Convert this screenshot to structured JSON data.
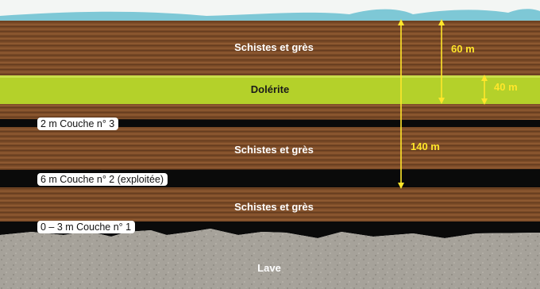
{
  "layers": {
    "schist_upper": "Schistes et grès",
    "dolerite": "Dolérite",
    "schist_middle": "Schistes et grès",
    "schist_lower": "Schistes et grès",
    "lava": "Lave"
  },
  "seams": {
    "seam3": "2 m Couche n° 3",
    "seam2": "6 m Couche n° 2 (exploitée)",
    "seam1": "0 – 3 m Couche n° 1"
  },
  "dimensions": {
    "d60": "60 m",
    "d40": "40 m",
    "d140": "140 m"
  },
  "colors": {
    "schist": "#7a4a26",
    "dolerite": "#b4d12a",
    "coal": "#0a0a0a",
    "lava": "#a8a59d",
    "water": "#7ec8d6",
    "measure": "#ffe62a"
  }
}
